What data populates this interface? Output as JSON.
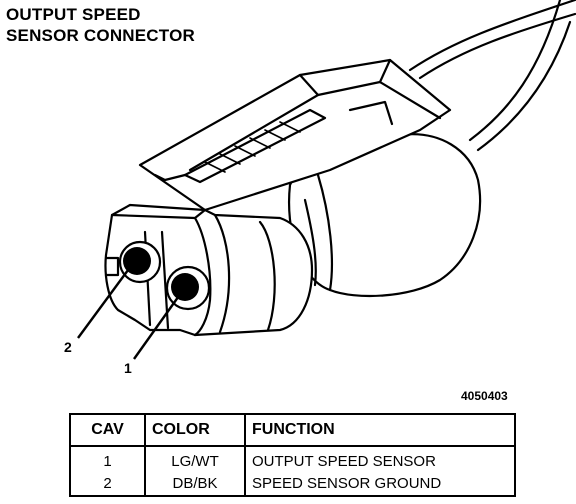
{
  "title": {
    "line1": "OUTPUT SPEED",
    "line2": "SENSOR CONNECTOR"
  },
  "figure_id": "4050403",
  "pin_labels": {
    "pin2": "2",
    "pin1": "1"
  },
  "table": {
    "headers": {
      "cav": "CAV",
      "color": "COLOR",
      "function": "FUNCTION"
    },
    "rows": [
      {
        "cav": "1",
        "color": "LG/WT",
        "function": "OUTPUT SPEED SENSOR"
      },
      {
        "cav": "2",
        "color": "DB/BK",
        "function": "SPEED SENSOR GROUND"
      }
    ]
  }
}
